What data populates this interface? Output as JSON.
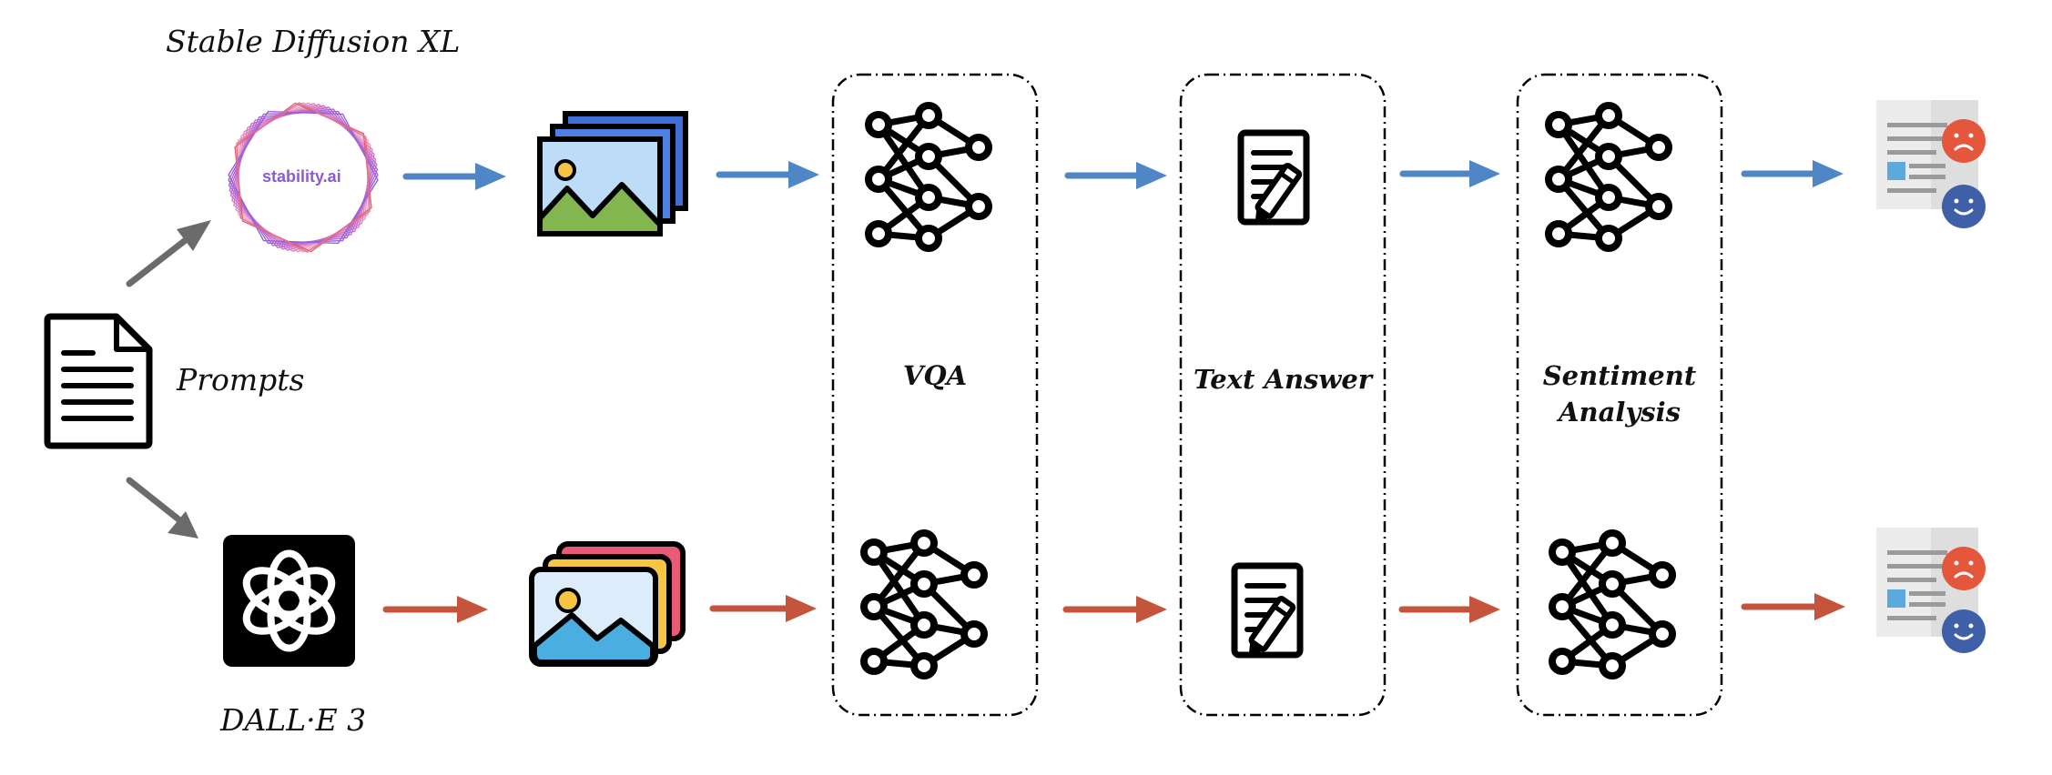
{
  "labels": {
    "stable_diffusion": "Stable Diffusion XL",
    "prompts": "Prompts",
    "dalle": "DALL·E 3",
    "vqa": "VQA",
    "text_answer": "Text Answer",
    "sentiment_line1": "Sentiment",
    "sentiment_line2": "Analysis",
    "stability_logo_text": "stability.ai"
  },
  "colors": {
    "top_path": "#4f86c6",
    "bottom_path": "#c4553c",
    "gray_arrow": "#6b6b6b",
    "negative_face": "#e5573c",
    "positive_face": "#3f5fa8",
    "stability": "#9b59d6"
  },
  "icons": [
    "document-icon",
    "stability-logo-icon",
    "openai-logo-icon",
    "image-stack-icon",
    "neural-network-icon",
    "text-answer-icon",
    "sentiment-report-icon"
  ]
}
